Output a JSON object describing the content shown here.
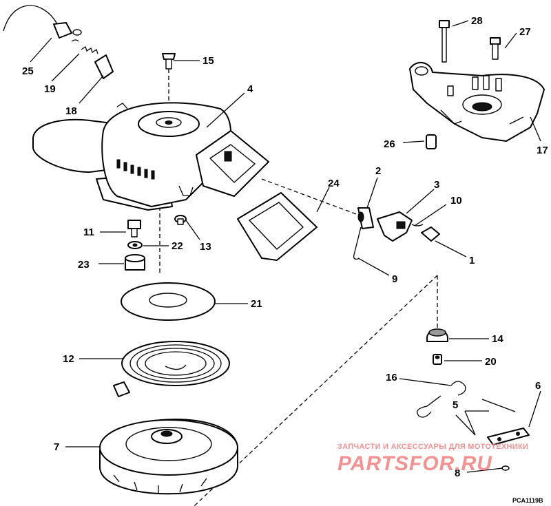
{
  "diagram": {
    "callouts": [
      {
        "id": "28",
        "label": "28"
      },
      {
        "id": "27",
        "label": "27"
      },
      {
        "id": "25",
        "label": "25"
      },
      {
        "id": "19",
        "label": "19"
      },
      {
        "id": "18",
        "label": "18"
      },
      {
        "id": "15",
        "label": "15"
      },
      {
        "id": "4",
        "label": "4"
      },
      {
        "id": "17",
        "label": "17"
      },
      {
        "id": "26",
        "label": "26"
      },
      {
        "id": "2",
        "label": "2"
      },
      {
        "id": "3",
        "label": "3"
      },
      {
        "id": "24",
        "label": "24"
      },
      {
        "id": "10",
        "label": "10"
      },
      {
        "id": "1",
        "label": "1"
      },
      {
        "id": "9",
        "label": "9"
      },
      {
        "id": "11",
        "label": "11"
      },
      {
        "id": "22",
        "label": "22"
      },
      {
        "id": "13",
        "label": "13"
      },
      {
        "id": "23",
        "label": "23"
      },
      {
        "id": "21",
        "label": "21"
      },
      {
        "id": "14",
        "label": "14"
      },
      {
        "id": "12",
        "label": "12"
      },
      {
        "id": "20",
        "label": "20"
      },
      {
        "id": "16",
        "label": "16"
      },
      {
        "id": "6",
        "label": "6"
      },
      {
        "id": "5",
        "label": "5"
      },
      {
        "id": "7",
        "label": "7"
      },
      {
        "id": "8",
        "label": "8"
      }
    ],
    "drawing_code": "PCA1119B"
  },
  "watermark": {
    "tagline": "ЗАПЧАСТИ И АКСЕССУАРЫ ДЛЯ МОТОТЕХНИКИ",
    "brand": "PARTSFOR.RU",
    "color": "#f08080"
  }
}
